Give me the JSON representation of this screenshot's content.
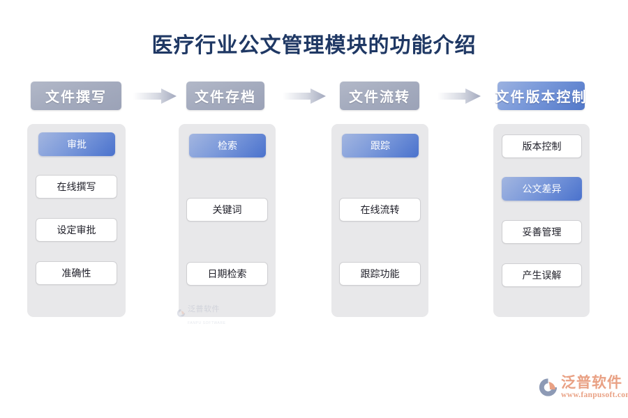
{
  "page": {
    "title": "医疗行业公文管理模块的功能介绍",
    "background_color": "#ffffff",
    "title_color": "#1f3864"
  },
  "colors": {
    "header_gray": "#a3aabd",
    "header_blue": "#5278c9",
    "panel_gray": "#e8e8ea",
    "chip_white": "#ffffff",
    "chip_blue": "#4a72cd",
    "arrow_gray": "#a8aec2",
    "brand_orange": "#e9a184"
  },
  "flow": {
    "steps": [
      {
        "label": "文件撰写",
        "highlighted": false
      },
      {
        "label": "文件存档",
        "highlighted": false
      },
      {
        "label": "文件流转",
        "highlighted": false
      },
      {
        "label": "文件版本控制",
        "highlighted": true
      }
    ],
    "arrows": [
      {
        "name": "arrow-1"
      },
      {
        "name": "arrow-2"
      },
      {
        "name": "arrow-3"
      }
    ]
  },
  "columns": [
    {
      "header": "文件撰写",
      "chips": [
        {
          "label": "审批",
          "highlighted": true
        },
        {
          "label": "在线撰写",
          "highlighted": false
        },
        {
          "label": "设定审批",
          "highlighted": false
        },
        {
          "label": "准确性",
          "highlighted": false
        }
      ]
    },
    {
      "header": "文件存档",
      "chips": [
        {
          "label": "检索",
          "highlighted": true
        },
        {
          "label": "关键词",
          "highlighted": false
        },
        {
          "label": "日期检索",
          "highlighted": false
        }
      ]
    },
    {
      "header": "文件流转",
      "chips": [
        {
          "label": "跟踪",
          "highlighted": true
        },
        {
          "label": "在线流转",
          "highlighted": false
        },
        {
          "label": "跟踪功能",
          "highlighted": false
        }
      ]
    },
    {
      "header": "文件版本控制",
      "chips": [
        {
          "label": "版本控制",
          "highlighted": false
        },
        {
          "label": "公文差异",
          "highlighted": true
        },
        {
          "label": "妥善管理",
          "highlighted": false
        },
        {
          "label": "产生误解",
          "highlighted": false
        }
      ]
    }
  ],
  "watermark": {
    "name_cn": "泛普软件",
    "name_en": "FANPU SOFTWARE"
  },
  "brand": {
    "name_cn": "泛普软件",
    "url": "www.fanpusoft.com"
  }
}
